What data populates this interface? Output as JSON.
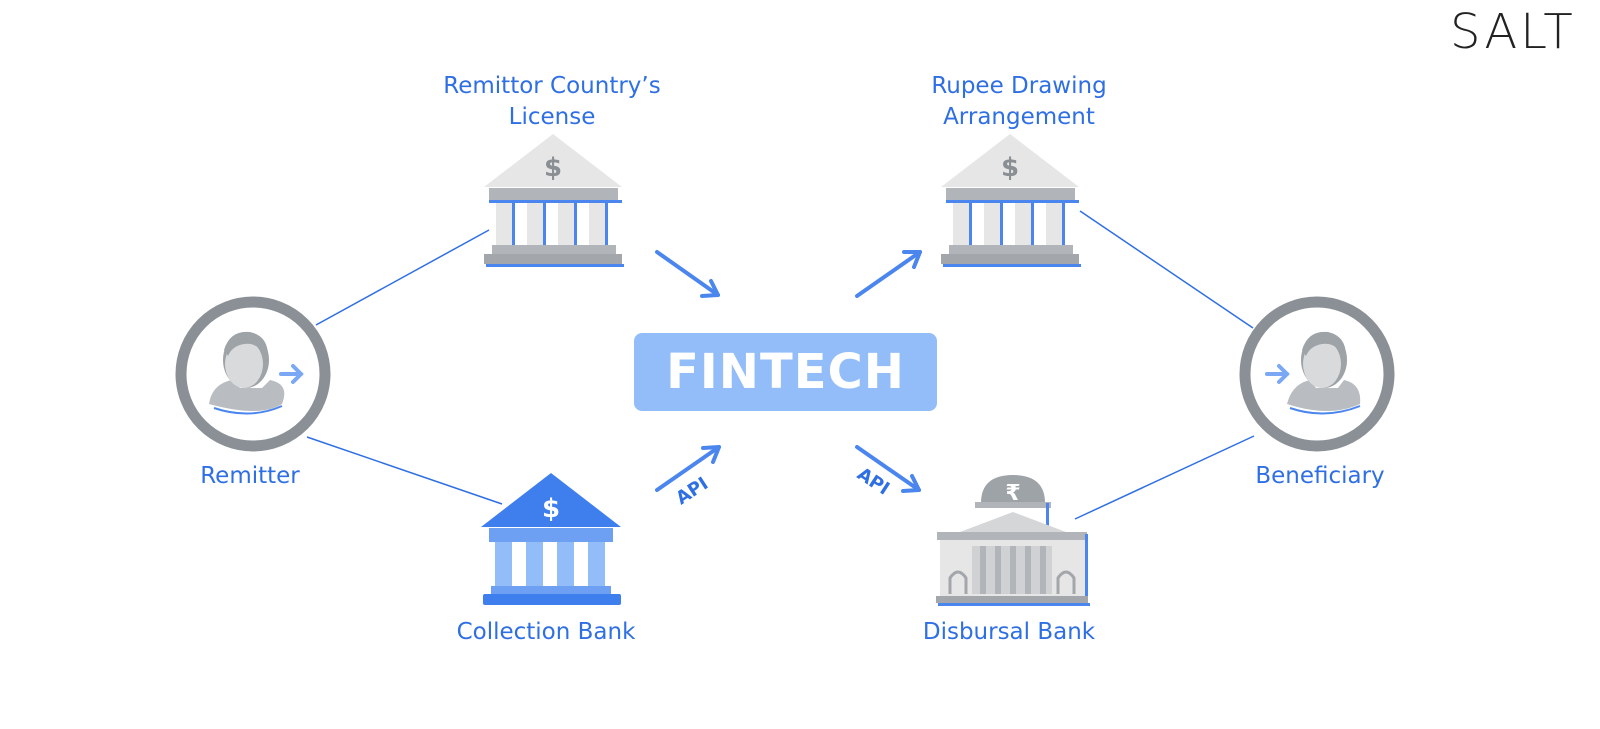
{
  "logo": "SALT",
  "center": "FINTECH",
  "nodes": {
    "remitter": "Remitter",
    "beneficiary": "Beneficiary",
    "license_line1": "Remittor Country’s",
    "license_line2": "License",
    "rda_line1": "Rupee Drawing",
    "rda_line2": "Arrangement",
    "collection": "Collection Bank",
    "disbursal": "Disbursal Bank"
  },
  "edge_labels": {
    "api_left": "API",
    "api_right": "API"
  },
  "icons": {
    "dollar": "$",
    "rupee": "₹"
  },
  "colors": {
    "accent": "#2f6fe4",
    "fintech_bg": "#93bdf9",
    "gray": "#8a9096",
    "light_blue": "#7aa8f5"
  }
}
